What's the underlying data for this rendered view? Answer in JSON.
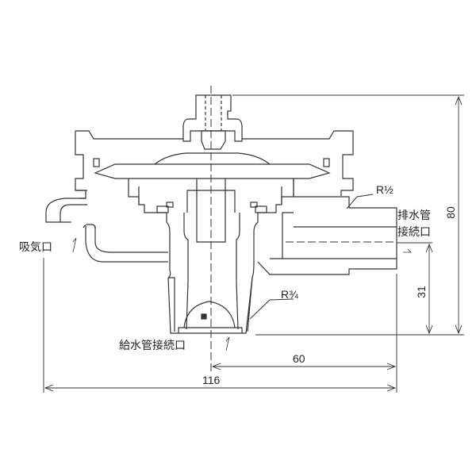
{
  "labels": {
    "intake_port": "吸気口",
    "drain_thread": "R½",
    "drain_port_line1": "排水管",
    "drain_port_line2": "接続口",
    "supply_thread": "R¾",
    "supply_port": "給水管接続口"
  },
  "dimensions": {
    "height_total": "80",
    "drain_height": "31",
    "drain_offset": "60",
    "width_total": "116"
  }
}
